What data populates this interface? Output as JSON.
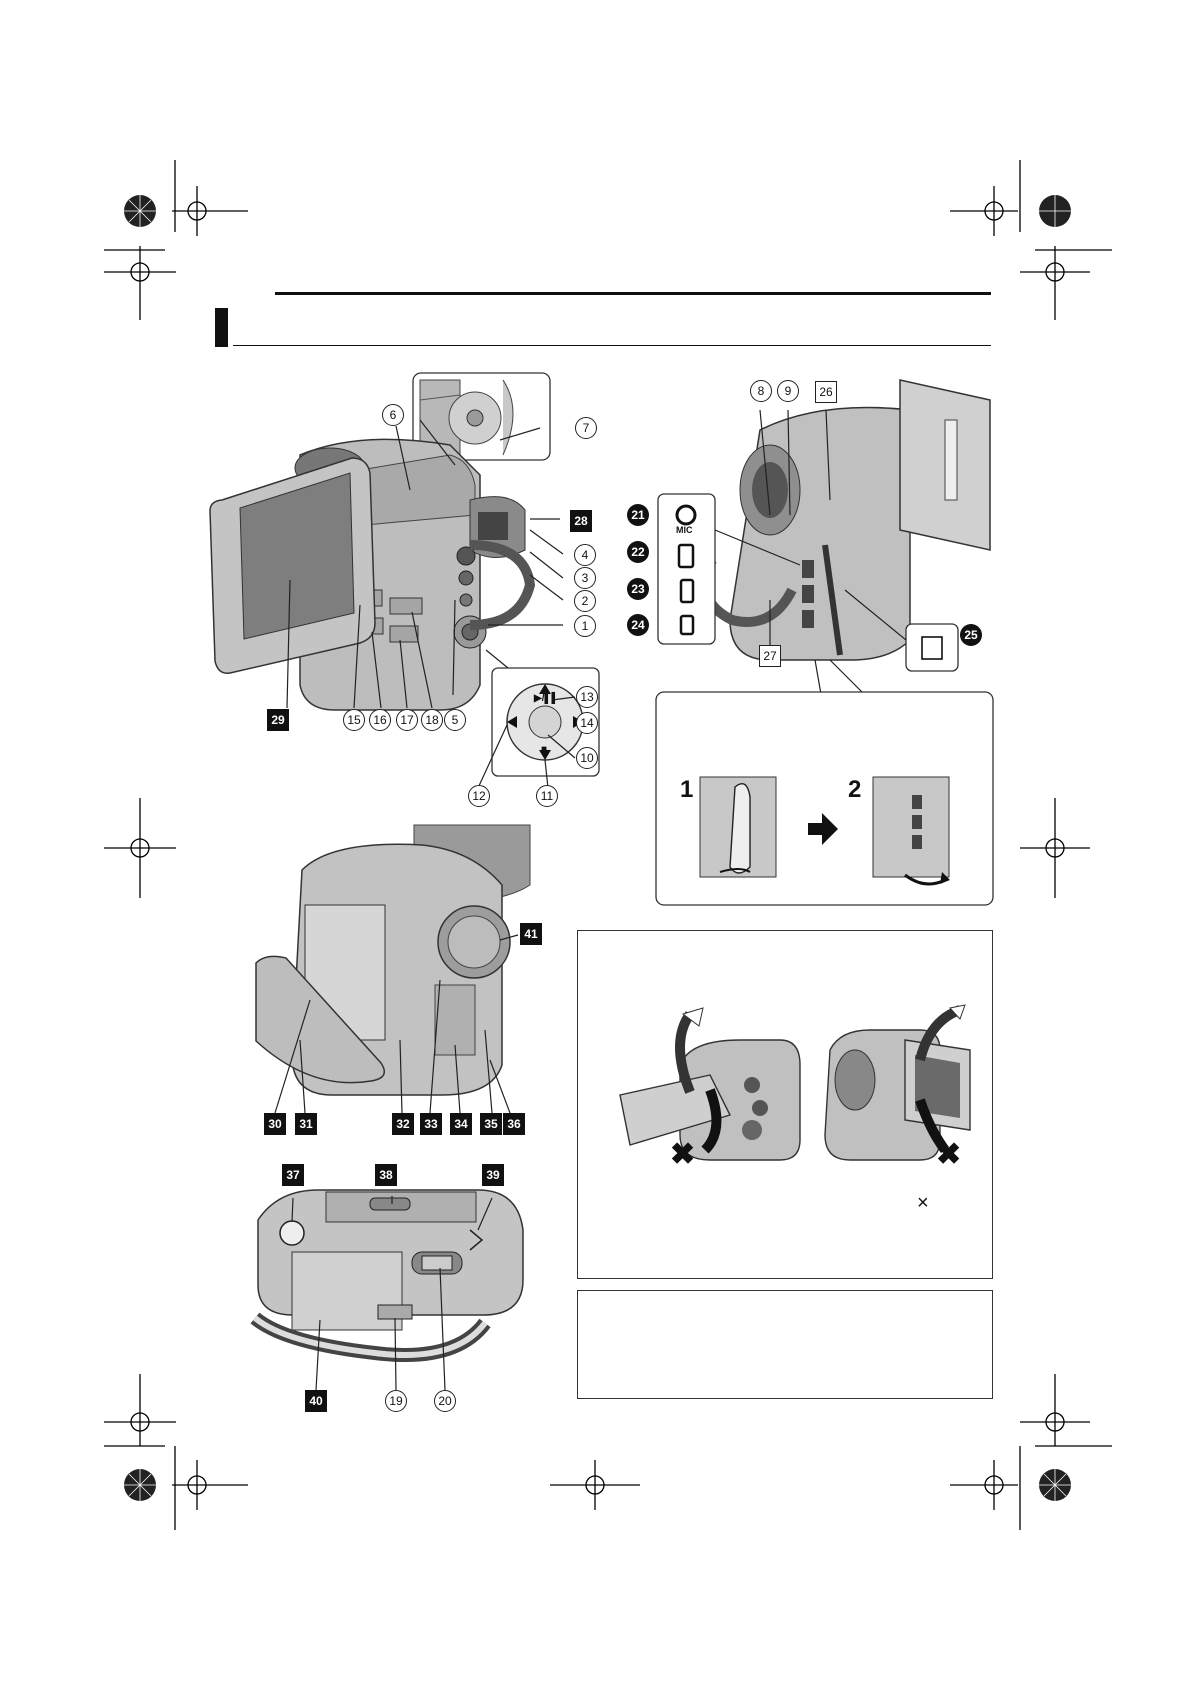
{
  "callouts_circled": [
    {
      "id": "c1",
      "text": "1"
    },
    {
      "id": "c2",
      "text": "2"
    },
    {
      "id": "c3",
      "text": "3"
    },
    {
      "id": "c4",
      "text": "4"
    },
    {
      "id": "c5",
      "text": "5"
    },
    {
      "id": "c6",
      "text": "6"
    },
    {
      "id": "c7",
      "text": "7"
    },
    {
      "id": "c8",
      "text": "8"
    },
    {
      "id": "c9",
      "text": "9"
    },
    {
      "id": "c10",
      "text": "10"
    },
    {
      "id": "c11",
      "text": "11"
    },
    {
      "id": "c12",
      "text": "12"
    },
    {
      "id": "c13",
      "text": "13"
    },
    {
      "id": "c14",
      "text": "14"
    },
    {
      "id": "c15",
      "text": "15"
    },
    {
      "id": "c16",
      "text": "16"
    },
    {
      "id": "c17",
      "text": "17"
    },
    {
      "id": "c18",
      "text": "18"
    },
    {
      "id": "c19",
      "text": "19"
    },
    {
      "id": "c20",
      "text": "20"
    }
  ],
  "callouts_dark_circle": [
    {
      "id": "d21",
      "text": "21"
    },
    {
      "id": "d22",
      "text": "22"
    },
    {
      "id": "d23",
      "text": "23"
    },
    {
      "id": "d24",
      "text": "24"
    },
    {
      "id": "d25",
      "text": "25"
    }
  ],
  "callouts_square": [
    {
      "id": "s26",
      "text": "26"
    },
    {
      "id": "s27",
      "text": "27"
    }
  ],
  "callouts_dark_square": [
    {
      "id": "q28",
      "text": "28"
    },
    {
      "id": "q29",
      "text": "29"
    },
    {
      "id": "q30",
      "text": "30"
    },
    {
      "id": "q31",
      "text": "31"
    },
    {
      "id": "q32",
      "text": "32"
    },
    {
      "id": "q33",
      "text": "33"
    },
    {
      "id": "q34",
      "text": "34"
    },
    {
      "id": "q35",
      "text": "35"
    },
    {
      "id": "q36",
      "text": "36"
    },
    {
      "id": "q37",
      "text": "37"
    },
    {
      "id": "q38",
      "text": "38"
    },
    {
      "id": "q39",
      "text": "39"
    },
    {
      "id": "q40",
      "text": "40"
    },
    {
      "id": "q41",
      "text": "41"
    }
  ],
  "jack_labels": {
    "mic": "MIC"
  },
  "control_pad_symbols": {
    "play_pause": "▶/▌▌",
    "stop": "■"
  },
  "step_numbers": {
    "step1": "1",
    "step2": "2"
  },
  "warning_marks": {
    "cross_large": "✖",
    "cross_small": "×"
  },
  "colors": {
    "ink": "#111111",
    "body_grey": "#b9b9b9",
    "dark_grey": "#6a6a6a",
    "screen": "#7a7a7a"
  }
}
